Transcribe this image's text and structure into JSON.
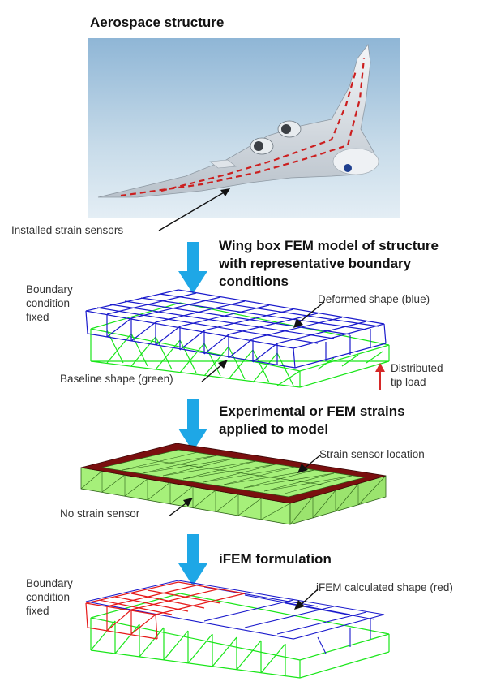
{
  "title": "Aerospace structure",
  "labels": {
    "installed_sensors": "Installed strain sensors",
    "step1_line1": "Wing box FEM model of structure",
    "step1_line2": "with representative boundary",
    "step1_line3": "conditions",
    "bc1_line1": "Boundary",
    "bc1_line2": "condition",
    "bc1_line3": "fixed",
    "deformed": "Deformed shape (blue)",
    "distributed_line1": "Distributed",
    "distributed_line2": "tip load",
    "baseline": "Baseline shape (green)",
    "step2_line1": "Experimental or FEM strains",
    "step2_line2": "applied to model",
    "sensor_location": "Strain sensor location",
    "no_sensor": "No strain sensor",
    "step3": "iFEM formulation",
    "bc2_line1": "Boundary",
    "bc2_line2": "condition",
    "bc2_line3": "fixed",
    "ifem_shape": "iFEM calculated shape (red)"
  },
  "colors": {
    "flow_arrow": "#1ea7e6",
    "load_arrow": "#d62828",
    "sky_top": "#8fb6d6",
    "sky_bottom": "#e4eef5",
    "baseline_mesh": "#19e619",
    "deformed_mesh": "#1a1acc",
    "ifem_mesh": "#e61919",
    "sensor_band": "#7a0f0f",
    "panel_fill": "#a6f07a"
  }
}
